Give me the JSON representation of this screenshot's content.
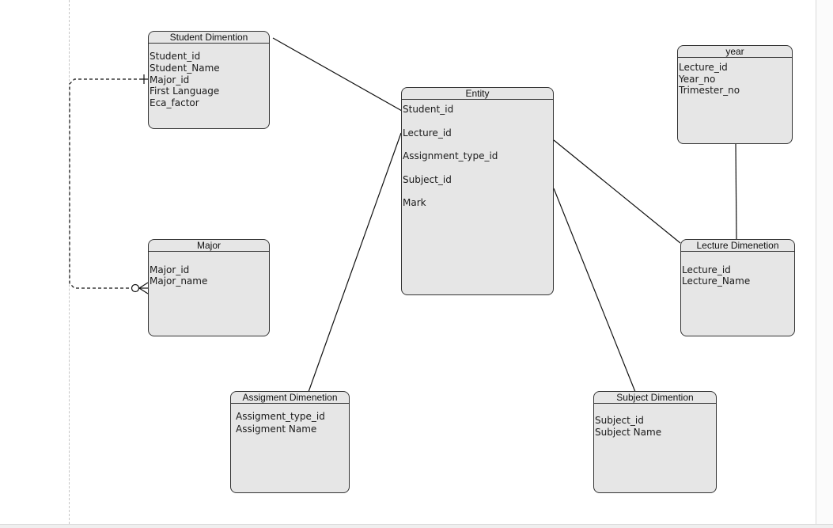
{
  "diagram": {
    "entities": {
      "student_dimention": {
        "title": "Student Dimention",
        "fields": [
          "Student_id",
          "Student_Name",
          "Major_id",
          "First Language",
          "Eca_factor"
        ]
      },
      "major": {
        "title": "Major",
        "fields": [
          "Major_id",
          "Major_name"
        ]
      },
      "entity": {
        "title": "Entity",
        "fields": [
          "Student_id",
          "Lecture_id",
          "Assignment_type_id",
          "Subject_id",
          "Mark"
        ]
      },
      "year": {
        "title": "year",
        "fields": [
          "Lecture_id",
          "Year_no",
          "Trimester_no"
        ]
      },
      "lecture_dimenetion": {
        "title": "Lecture Dimenetion",
        "fields": [
          "Lecture_id",
          "Lecture_Name"
        ]
      },
      "assigment_dimenetion": {
        "title": "Assigment Dimenetion",
        "fields": [
          "Assigment_type_id",
          "Assigment Name"
        ]
      },
      "subject_dimention": {
        "title": "Subject Dimention",
        "fields": [
          "Subject_id",
          "Subject Name"
        ]
      }
    },
    "relationships": [
      {
        "from": "student_dimention",
        "to": "entity",
        "style": "solid"
      },
      {
        "from": "entity",
        "to": "assigment_dimenetion",
        "style": "solid"
      },
      {
        "from": "entity",
        "to": "lecture_dimenetion",
        "style": "solid"
      },
      {
        "from": "entity",
        "to": "subject_dimention",
        "style": "solid"
      },
      {
        "from": "year",
        "to": "lecture_dimenetion",
        "style": "solid"
      },
      {
        "from": "student_dimention",
        "to": "major",
        "style": "dashed",
        "notation": "one-to-zero-or-many"
      }
    ],
    "colors": {
      "entity_fill": "#e6e6e6",
      "entity_border": "#333333",
      "connector": "#111111",
      "guide": "#c6c6c6"
    }
  }
}
